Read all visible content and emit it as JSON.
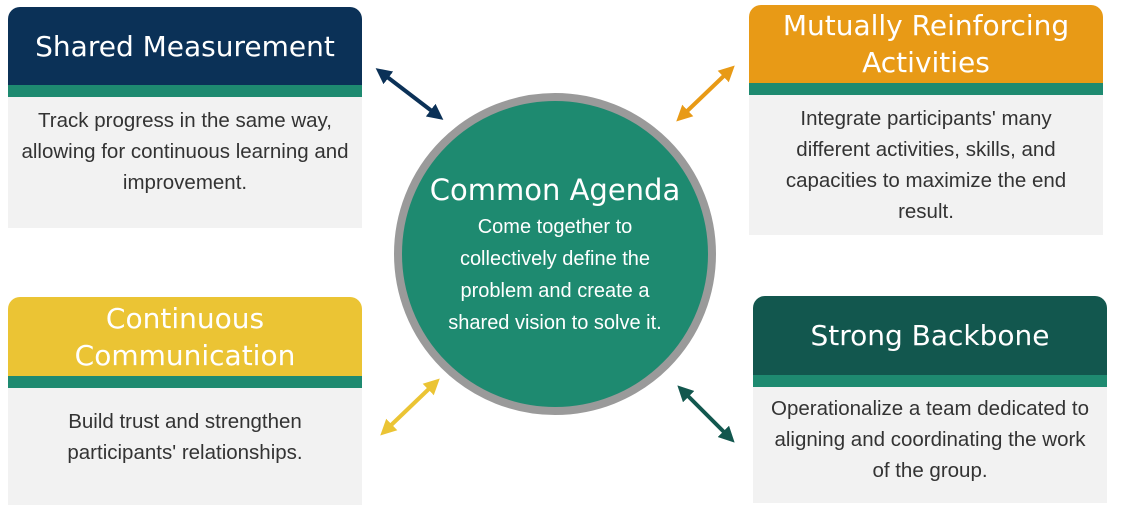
{
  "center": {
    "title": "Common Agenda",
    "text": "Come together to collectively define the problem and create a shared vision to solve it.",
    "color": "#1e8a70"
  },
  "cards": [
    {
      "title": "Shared Measurement",
      "text": "Track progress in the same way, allowing for continuous learning and improvement.",
      "color": "#0b3157"
    },
    {
      "title": "Mutually Reinforcing Activities",
      "text": "Integrate participants' many different activities, skills, and capacities to maximize the end result.",
      "color": "#e89a16"
    },
    {
      "title": "Continuous Communication",
      "text": "Build trust and strengthen participants' relationships.",
      "color": "#ebc434"
    },
    {
      "title": "Strong Backbone",
      "text": "Operationalize a team dedicated to aligning and coordinating the work of the group.",
      "color": "#12574e"
    }
  ]
}
